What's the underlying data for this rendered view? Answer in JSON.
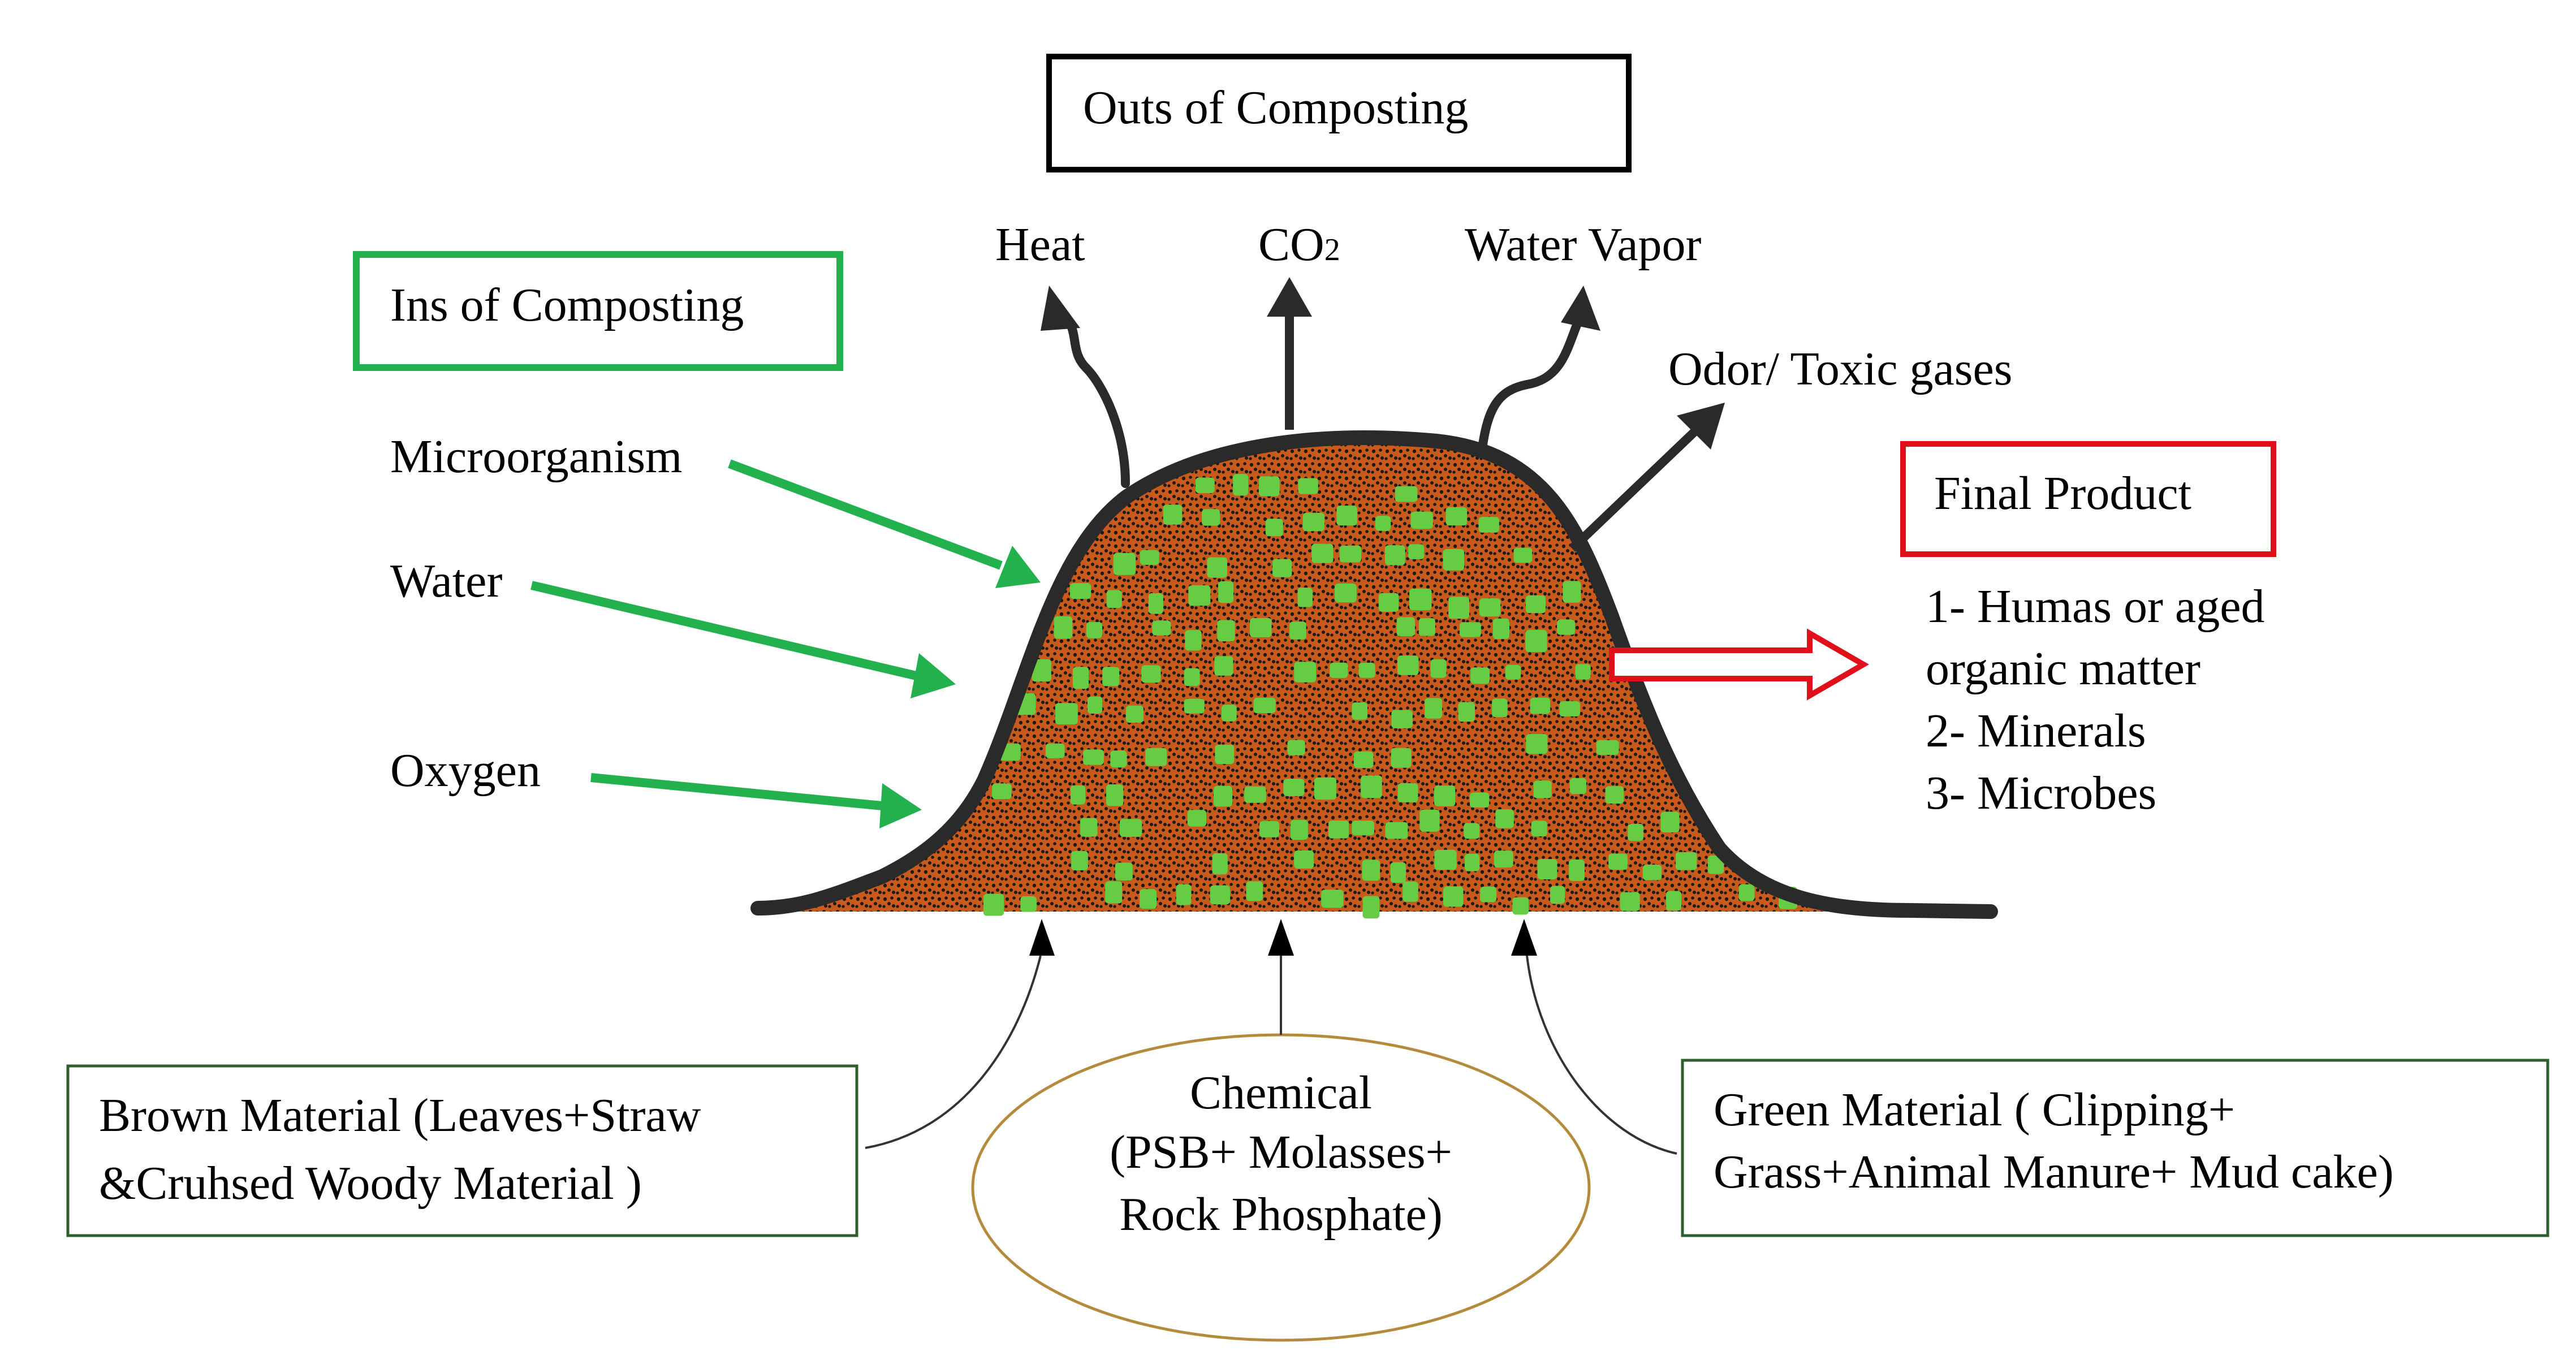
{
  "outs": {
    "title": "Outs of Composting",
    "heat": "Heat",
    "co2_main": "CO",
    "co2_sub": "2",
    "water_vapor": "Water Vapor",
    "odor": "Odor/ Toxic gases"
  },
  "ins": {
    "title": "Ins of Composting",
    "microorganism": "Microorganism",
    "water": "Water",
    "oxygen": "Oxygen"
  },
  "final": {
    "title": "Final Product",
    "item1_line1": "1- Humas or aged",
    "item1_line2": "organic matter",
    "item2": "2- Minerals",
    "item3": "3- Microbes"
  },
  "brown": {
    "line1": "Brown Material (Leaves+Straw",
    "line2": "&Cruhsed Woody Material )"
  },
  "chemical": {
    "line1": "Chemical",
    "line2": "(PSB+ Molasses+",
    "line3": "Rock Phosphate)"
  },
  "green": {
    "line1": "Green Material ( Clipping+",
    "line2": "Grass+Animal Manure+ Mud cake)"
  },
  "colors": {
    "pile": "#c85a1c",
    "specks": "#1a1a1a",
    "granules": "#66cc44",
    "ins_green": "#22b14c",
    "final_red": "#e0101a",
    "box_green": "#2e5e2e",
    "ellipse": "#b58a3c"
  }
}
